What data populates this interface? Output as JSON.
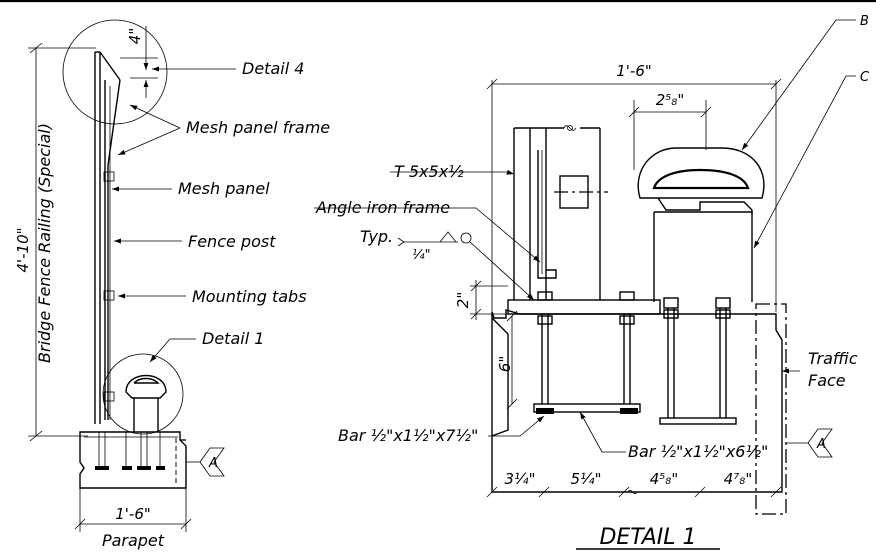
{
  "left_view": {
    "vertical_label": "Bridge Fence Railing (Special)",
    "overall_height": "4'-10\"",
    "top_dim": "4\"",
    "callouts": {
      "detail4": "Detail 4",
      "mesh_panel_frame": "Mesh panel frame",
      "mesh_panel": "Mesh panel",
      "fence_post": "Fence post",
      "mounting_tabs": "Mounting tabs",
      "detail1": "Detail 1"
    },
    "base_width": "1'-6\"",
    "base_label": "Parapet",
    "section_mark": "A"
  },
  "detail1": {
    "title": "DETAIL 1",
    "overall_width": "1'-6\"",
    "rail_dim": "2⁵₈\"",
    "tee_label": "T 5x5x½",
    "angle_label": "Angle iron frame",
    "weld_typ": "Typ.",
    "weld_size": "¼\"",
    "plate_dim": "2\"",
    "embed_dim": "6\"",
    "bar_left": "Bar ½\"x1½\"x7½\"",
    "bar_right": "Bar ½\"x1½\"x6½\"",
    "traffic_face": [
      "Traffic",
      "Face"
    ],
    "section_mark": "A",
    "bottom_dims": [
      "3¼\"",
      "5¼\"",
      "4⁵₈\"",
      "4⁷₈\""
    ],
    "edge_labels": [
      "B",
      "C"
    ]
  }
}
